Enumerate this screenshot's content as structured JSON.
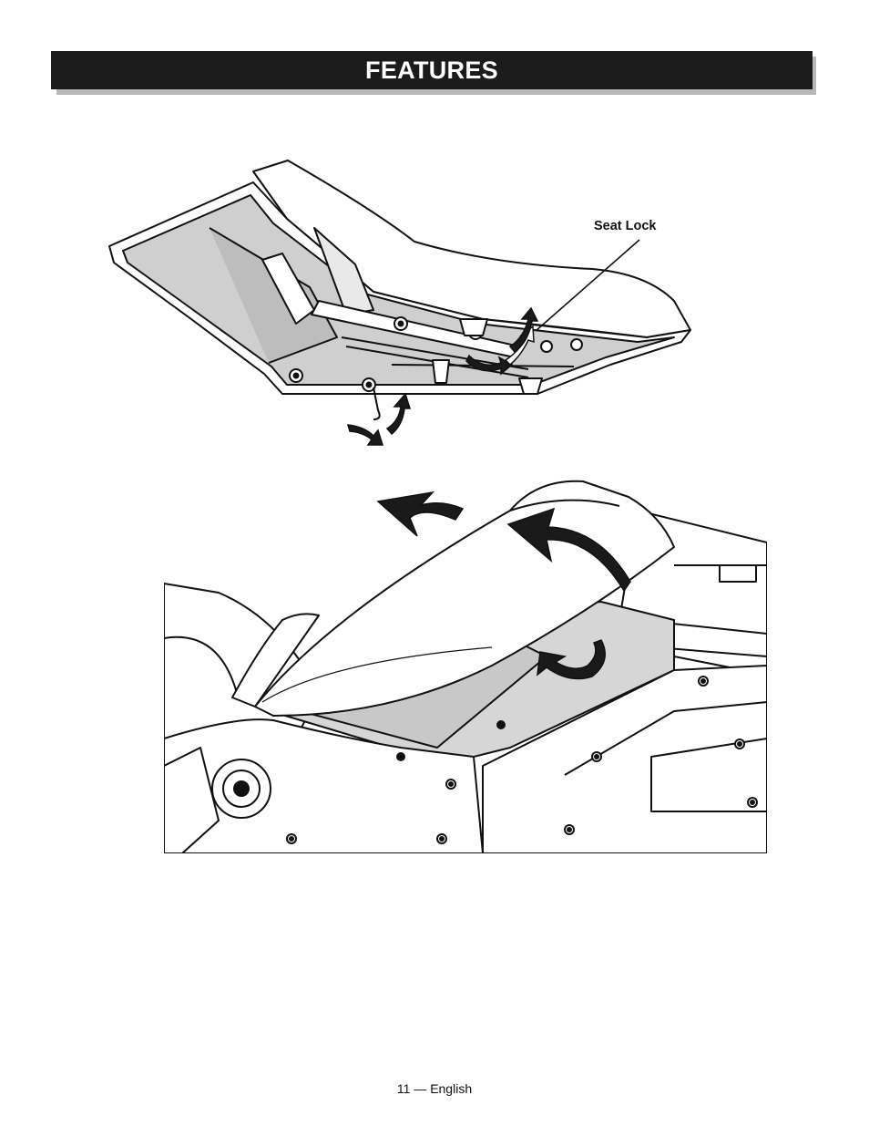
{
  "header": {
    "title": "FEATURES"
  },
  "figure_1": {
    "callout": "Seat Lock"
  },
  "footer": {
    "page_label": "11 — English"
  },
  "colors": {
    "header_background": "#1b1b1b",
    "header_text": "#ffffff",
    "line_art": "#111111",
    "seat_underside": "#cfcfcf",
    "arrow": "#1a1a1a"
  }
}
